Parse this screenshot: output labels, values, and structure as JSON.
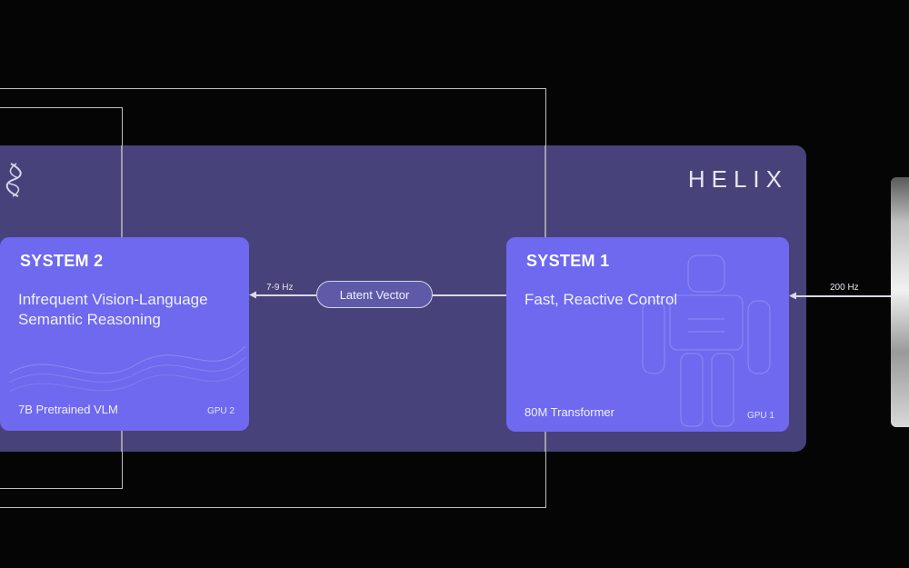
{
  "diagram": {
    "brand": "HELIX",
    "system2": {
      "title": "SYSTEM 2",
      "description": "Infrequent Vision-Language Semantic Reasoning",
      "model": "7B Pretrained VLM",
      "gpu": "GPU 2"
    },
    "system1": {
      "title": "SYSTEM 1",
      "description": "Fast, Reactive Control",
      "model": "80M Transformer",
      "gpu": "GPU 1"
    },
    "connector": {
      "label": "Latent Vector",
      "system2_rate": "7-9 Hz",
      "input_rate": "200 Hz"
    },
    "colors": {
      "background": "#050505",
      "panel": "#48427a",
      "system_box": "#6e69ee",
      "wire": "#bdbdbd"
    }
  }
}
